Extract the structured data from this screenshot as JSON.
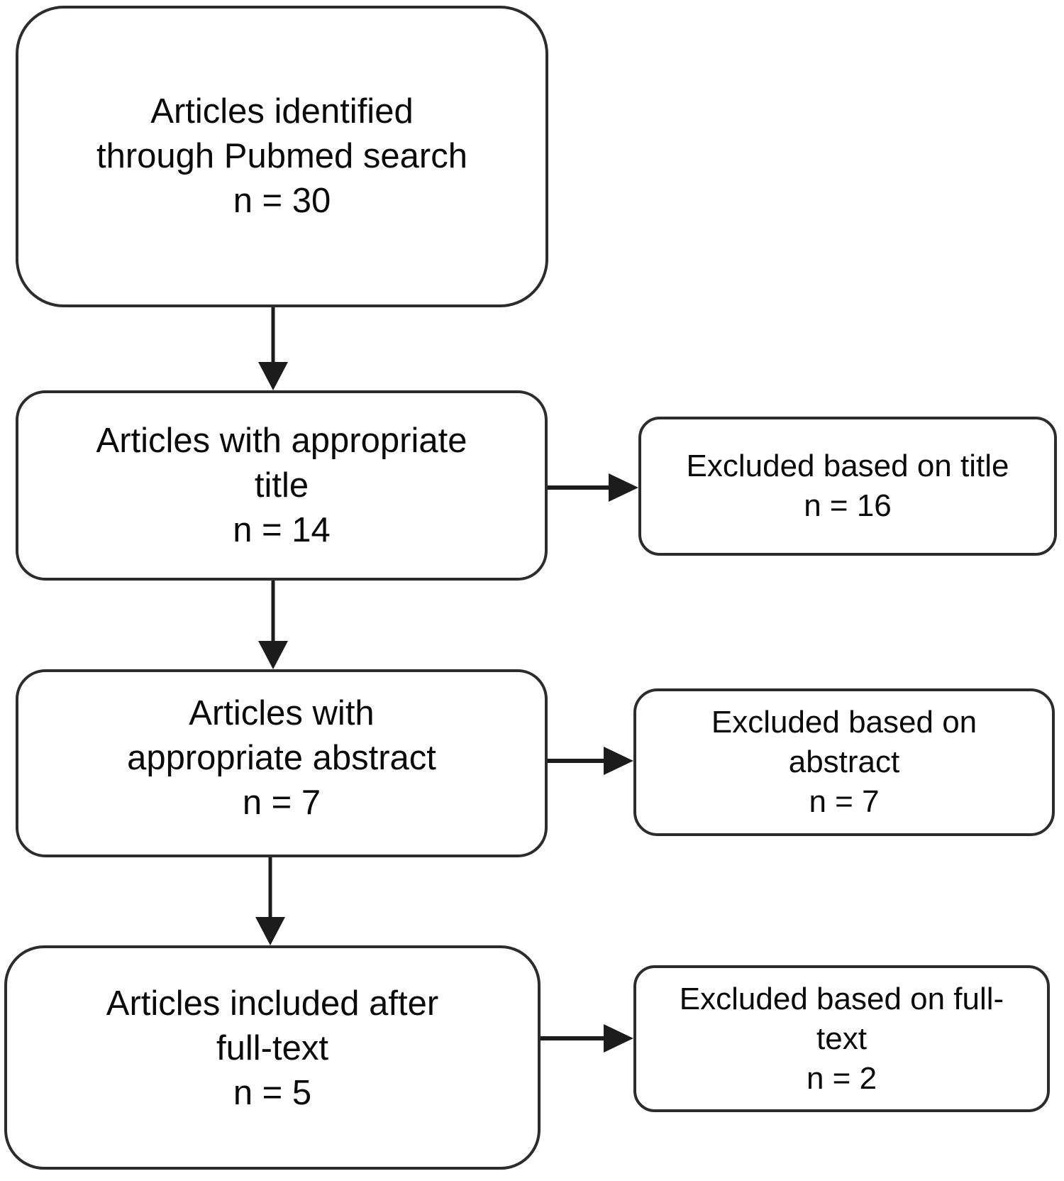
{
  "colors": {
    "background": "#ffffff",
    "box_border": "#2c2c2c",
    "arrow": "#1c1c1c",
    "text": "#0a0a0a"
  },
  "flow": {
    "steps": [
      {
        "name": "identified",
        "lines": [
          "Articles identified",
          "through Pubmed search"
        ],
        "n": "n = 30"
      },
      {
        "name": "title-screen",
        "lines": [
          "Articles with appropriate",
          "title"
        ],
        "n": "n = 14"
      },
      {
        "name": "abstract-screen",
        "lines": [
          "Articles with",
          "appropriate abstract"
        ],
        "n": "n = 7"
      },
      {
        "name": "included",
        "lines": [
          "Articles included after",
          "full-text"
        ],
        "n": "n = 5"
      }
    ],
    "exclusions": [
      {
        "name": "excluded-title",
        "lines": [
          "Excluded based on title"
        ],
        "n": "n = 16"
      },
      {
        "name": "excluded-abstract",
        "lines": [
          "Excluded based on",
          "abstract"
        ],
        "n": "n = 7"
      },
      {
        "name": "excluded-fulltext",
        "lines": [
          "Excluded based on full-",
          "text"
        ],
        "n": "n = 2"
      }
    ]
  }
}
